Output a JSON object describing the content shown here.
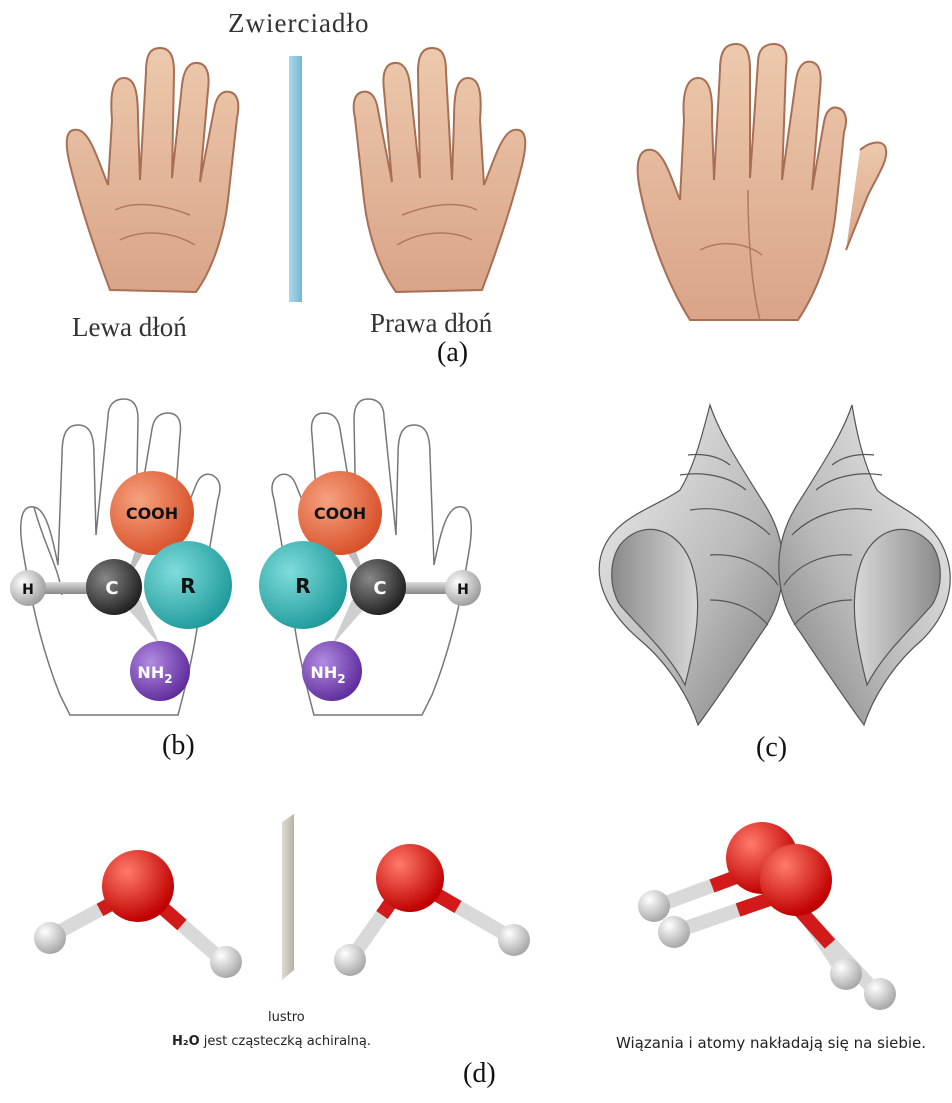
{
  "panel_a": {
    "mirror_label": "Zwierciadło",
    "left_hand_label": "Lewa dłoń",
    "right_hand_label": "Prawa dłoń",
    "caption": "(a)"
  },
  "panel_b": {
    "left": {
      "top_atom": "COOH",
      "center_atom": "C",
      "right_atom": "R",
      "side_atom": "H",
      "bottom_atom": "NH",
      "bottom_sub": "2"
    },
    "right": {
      "top_atom": "COOH",
      "center_atom": "C",
      "left_atom": "R",
      "side_atom": "H",
      "bottom_atom": "NH",
      "bottom_sub": "2"
    },
    "caption": "(b)"
  },
  "panel_c": {
    "caption": "(c)"
  },
  "panel_d": {
    "mirror_label": "lustro",
    "left_caption_bold": "H₂O",
    "left_caption_rest": " jest cząsteczką achiralną.",
    "right_caption": "Wiązania i atomy nakładają się na siebie.",
    "caption": "(d)"
  },
  "colors": {
    "skin": "#e7bfa2",
    "skin_shadow": "#c48f74",
    "mirror_blue": "#8fc8e0",
    "cooh": "#e8623a",
    "r_teal": "#2fb5b4",
    "carbon": "#3a3a3a",
    "nh2": "#7b42b5",
    "oxygen_red": "#e01414",
    "hydrogen_white": "#e6e6e6",
    "mirror_gray": "#cfc9c0"
  }
}
